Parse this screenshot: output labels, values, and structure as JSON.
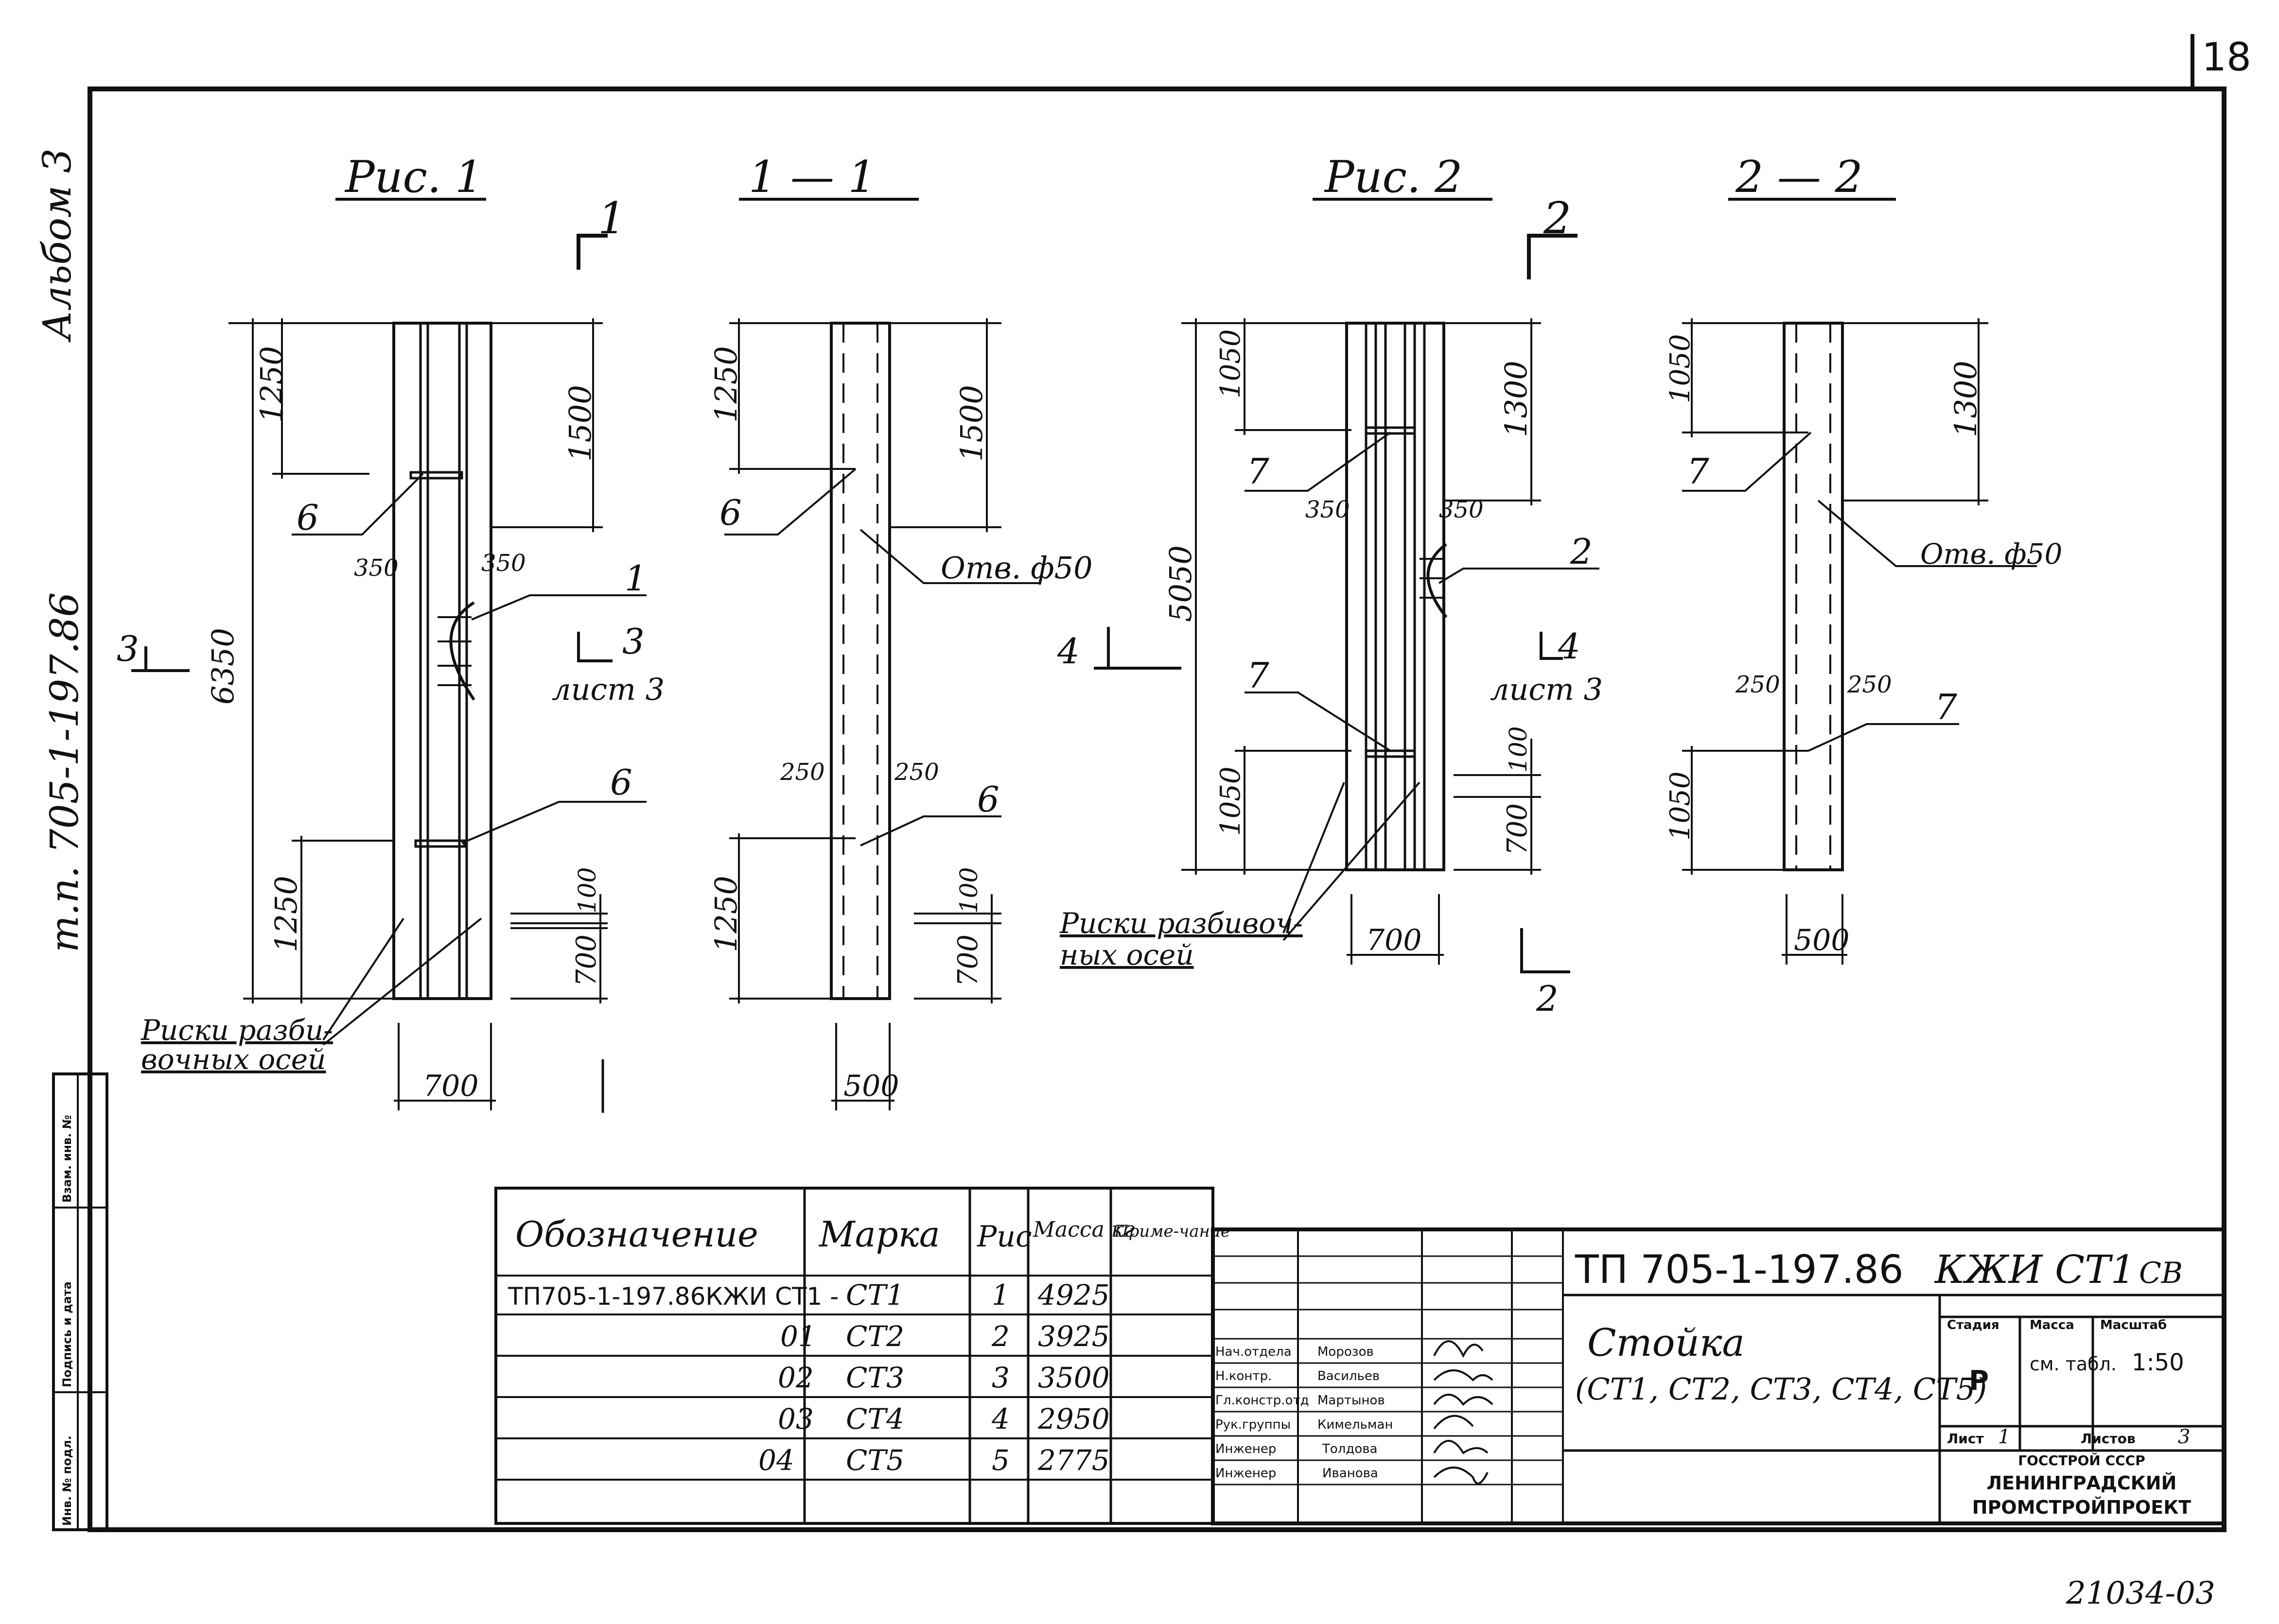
{
  "sheet": {
    "page_number": "18",
    "album": "Альбом 3",
    "series_code": "т.п. 705-1-197.86",
    "inventory_number": "21034-03",
    "side_stamp": [
      "Инв. № подл.",
      "Подпись и дата",
      "Взам. инв. №"
    ]
  },
  "fig1": {
    "title": "Рис. 1",
    "section_mark": "1",
    "dims": {
      "d1250_top": "1250",
      "d1500": "1500",
      "d6350": "6350",
      "d350_l": "350",
      "d350_r": "350",
      "d1250_bot": "1250",
      "d100": "100",
      "d700v": "700",
      "d700": "700"
    },
    "callouts": [
      "6",
      "1",
      "6"
    ],
    "view_mark": "3",
    "view_mark_right": "3",
    "view_sheet": "лист 3",
    "axis_note": [
      "Риски разби-",
      "вочных осей"
    ]
  },
  "sec11": {
    "title": "1 — 1",
    "dims": {
      "d1250_top": "1250",
      "d1500": "1500",
      "d250_l": "250",
      "d250_r": "250",
      "d1250_bot": "1250",
      "d100": "100",
      "d700v": "700",
      "d500": "500"
    },
    "callouts": [
      "6",
      "6"
    ],
    "hole": "Отв. ф50"
  },
  "fig2": {
    "title": "Рис. 2",
    "section_mark": "2",
    "dims": {
      "d1050_top": "1050",
      "d1300": "1300",
      "d5050": "5050",
      "d350_l": "350",
      "d350_r": "350",
      "d1050_bot": "1050",
      "d100": "100",
      "d700v": "700",
      "d700": "700"
    },
    "callouts": [
      "7",
      "2",
      "7"
    ],
    "view_mark": "4",
    "view_mark_right": "4",
    "view_sheet": "лист 3",
    "axis_note": [
      "Риски разбивоч-",
      "ных осей"
    ]
  },
  "sec22": {
    "title": "2 — 2",
    "dims": {
      "d1050_top": "1050",
      "d1300": "1300",
      "d250_l": "250",
      "d250_r": "250",
      "d1050_bot": "1050",
      "d500": "500"
    },
    "callouts": [
      "7",
      "7"
    ],
    "hole": "Отв. ф50"
  },
  "spec_table": {
    "headers": [
      "Обозначение",
      "Марка",
      "Рис",
      "Масса кг",
      "Приме-чание"
    ],
    "rows": [
      [
        "ТП705-1-197.86КЖИ СТ1 -",
        "СТ1",
        "1",
        "4925",
        ""
      ],
      [
        "01",
        "СТ2",
        "2",
        "3925",
        ""
      ],
      [
        "02",
        "СТ3",
        "3",
        "3500",
        ""
      ],
      [
        "03",
        "СТ4",
        "4",
        "2950",
        ""
      ],
      [
        "04",
        "СТ5",
        "5",
        "2775",
        ""
      ]
    ]
  },
  "title_block": {
    "doc_code": "ТП 705-1-197.86",
    "mark": "КЖИ СТ1",
    "suffix": "СВ",
    "name": "Стойка",
    "name_sub": "(СТ1, СТ2, СТ3, СТ4, СТ5)",
    "signatures": [
      {
        "role": "Нач.отдела",
        "name": "Морозов"
      },
      {
        "role": "Н.контр.",
        "name": "Васильев"
      },
      {
        "role": "Гл.констр.отд",
        "name": "Мартынов"
      },
      {
        "role": "Рук.группы",
        "name": "Кимельман"
      },
      {
        "role": "Инженер",
        "name": "Толдова"
      },
      {
        "role": "Инженер",
        "name": "Иванова"
      }
    ],
    "stage_label": "Стадия",
    "stage": "Р",
    "mass_label": "Масса",
    "mass": "см. табл.",
    "scale_label": "Масштаб",
    "scale": "1:50",
    "sheet_label": "Лист",
    "sheet": "1",
    "sheets_label": "Листов",
    "sheets": "3",
    "org": [
      "ГОССТРОЙ СССР",
      "ЛЕНИНГРАДСКИЙ",
      "ПРОМСТРОЙПРОЕКТ"
    ]
  }
}
